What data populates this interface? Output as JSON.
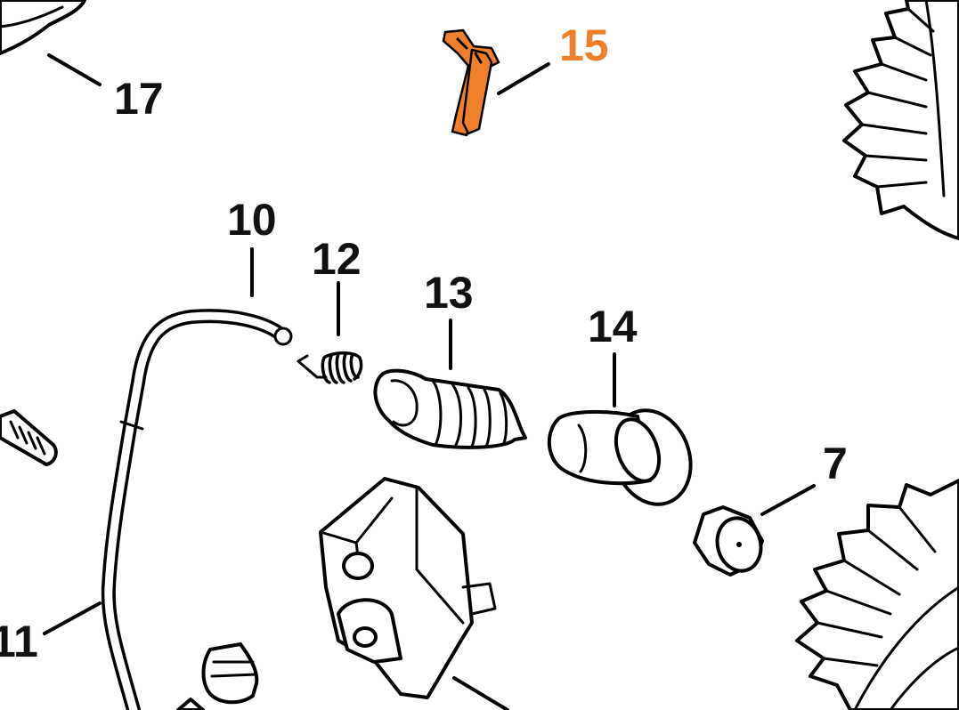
{
  "colors": {
    "highlight": "#f07f2c",
    "ink": "#000000",
    "label": "#111111",
    "background": "#ffffff"
  },
  "callouts": {
    "c7": "7",
    "c10": "10",
    "c11": "11",
    "c12": "12",
    "c13": "13",
    "c14": "14",
    "c15": "15",
    "c17": "17"
  }
}
